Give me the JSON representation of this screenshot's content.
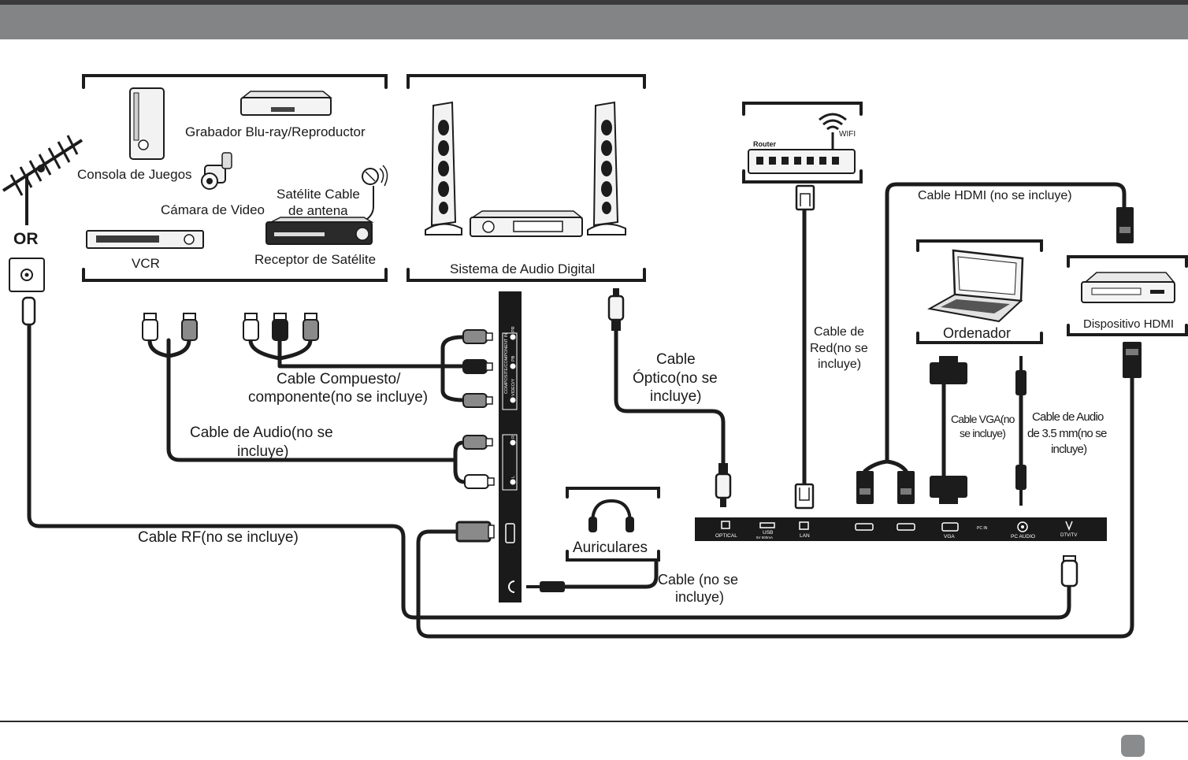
{
  "devices": {
    "game_console": "Consola de Juegos",
    "bluray": "Grabador Blu-ray/Reproductor",
    "camcorder": "Cámara de Video",
    "satellite_cable_l1": "Satélite Cable",
    "satellite_cable_l2": "de antena",
    "vcr": "VCR",
    "satellite_receiver": "Receptor de Satélite",
    "audio_system": "Sistema de Audio Digital",
    "router": "Router",
    "wifi": "WIFI",
    "computer": "Ordenador",
    "hdmi_device": "Dispositivo HDMI",
    "headphones": "Auriculares",
    "or": "OR"
  },
  "cables": {
    "composite_l1": "Cable Compuesto/",
    "composite_l2": "componente(no se incluye)",
    "audio_l1": "Cable de Audio(no se",
    "audio_l2": "incluye)",
    "rf": "Cable RF(no se incluye)",
    "optical_l1": "Cable",
    "optical_l2": "Óptico(no se",
    "optical_l3": "incluye)",
    "network_l1": "Cable de",
    "network_l2": "Red(no se",
    "network_l3": "incluye)",
    "hdmi": "Cable HDMI (no se incluye)",
    "vga_l1": "Cable VGA(no",
    "vga_l2": "se incluye)",
    "audio35_l1": "Cable de Audio",
    "audio35_l2": "de 3.5 mm(no se",
    "audio35_l3": "incluye)",
    "headphone_l1": "Cable  (no se",
    "headphone_l2": "incluye)"
  },
  "ports": {
    "optical": "OPTICAL",
    "usb": "USB",
    "usb_rating": "5V 500mA",
    "lan": "LAN",
    "vga": "VGA",
    "pc_in": "PC IN",
    "pc_audio": "PC  AUDIO",
    "dtv": "DTV/TV",
    "side_component": "COMPOSITE/COMPONENT IN",
    "side_video": "VIDEO/Y",
    "side_pb": "PB",
    "side_pr": "PR",
    "side_r": "R",
    "side_l": "L"
  },
  "colors": {
    "header": "#838486",
    "header_top": "#3a3a3c",
    "cable": "#1c1c1c",
    "panel": "#1a1a1a",
    "plug_grey": "#8a8a8a"
  }
}
